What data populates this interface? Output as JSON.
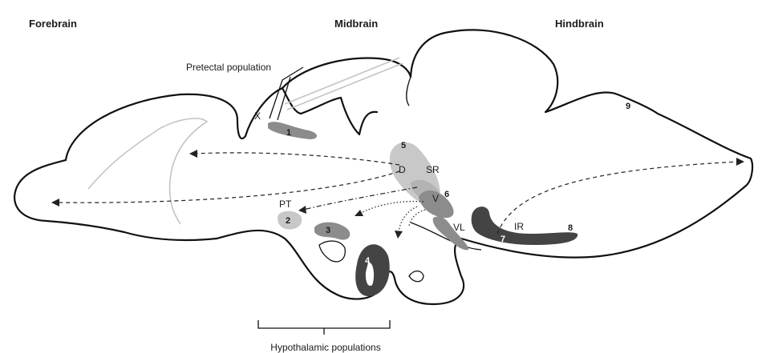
{
  "regions": {
    "forebrain": "Forebrain",
    "midbrain": "Midbrain",
    "hindbrain": "Hindbrain"
  },
  "labels": {
    "pretectal": "Pretectal population",
    "hypothalamic": "Hypothalamic populations",
    "x": "X",
    "pt": "PT",
    "d": "D",
    "sr": "SR",
    "v": "V",
    "vl": "VL",
    "ir": "IR"
  },
  "populations": [
    "1",
    "2",
    "3",
    "4",
    "5",
    "6",
    "7",
    "8",
    "9"
  ],
  "colors": {
    "outline": "#111111",
    "light": "#c8c8c8",
    "medium": "#8c8c8c",
    "dark": "#444444",
    "ventricle": "#c4c4c4"
  }
}
